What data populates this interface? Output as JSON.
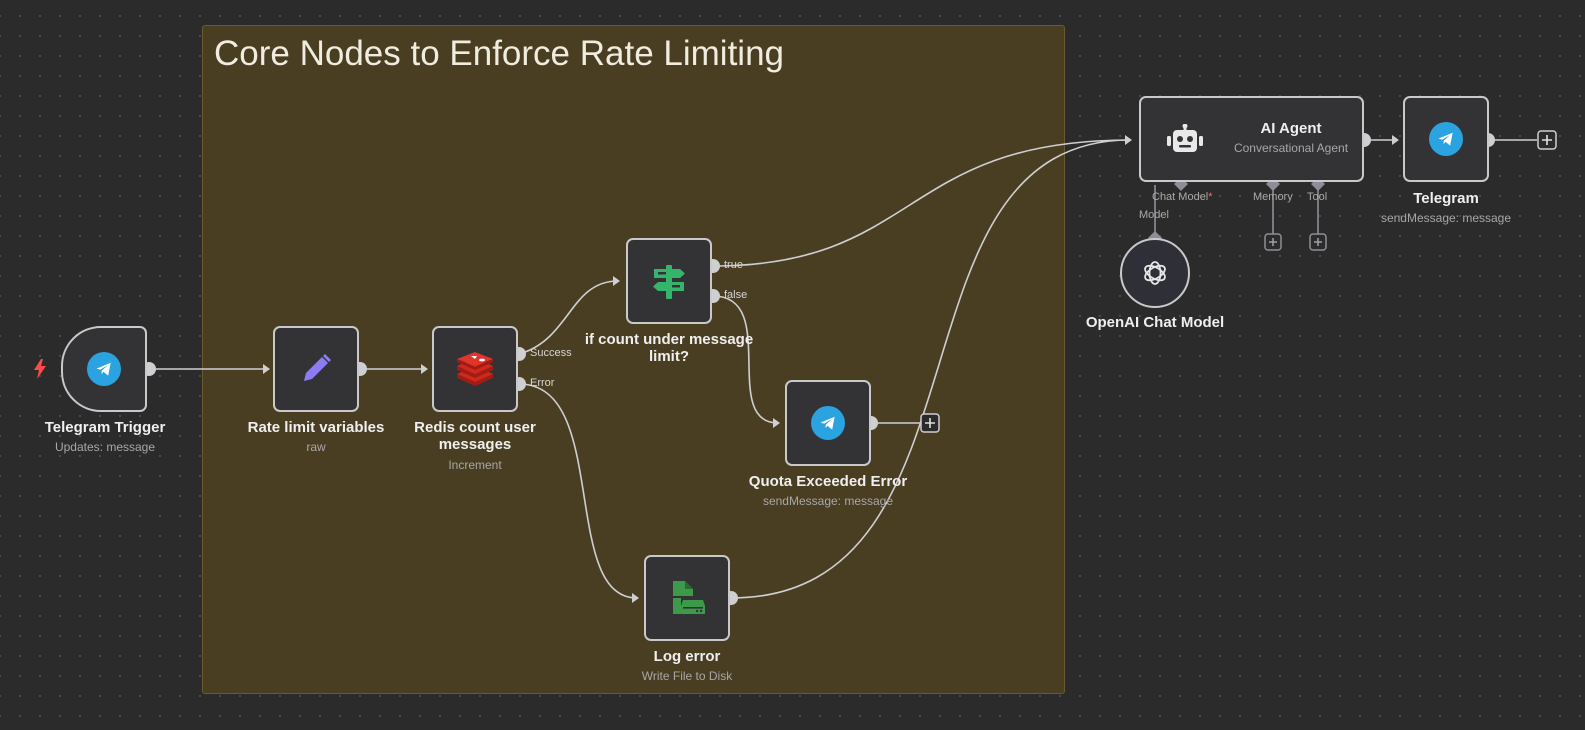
{
  "sticky": {
    "title": "Core Nodes to Enforce Rate Limiting"
  },
  "nodes": {
    "telegram_trigger": {
      "title": "Telegram Trigger",
      "subtitle": "Updates: message",
      "icon": "telegram-icon"
    },
    "rate_limit_variables": {
      "title": "Rate limit variables",
      "subtitle": "raw",
      "icon": "pencil-icon"
    },
    "redis_count": {
      "title": "Redis count user messages",
      "subtitle": "Increment",
      "icon": "redis-icon",
      "outputs": [
        "Success",
        "Error"
      ]
    },
    "if_count": {
      "title": "if count under message limit?",
      "outputs": [
        "true",
        "false"
      ],
      "icon": "signpost-icon"
    },
    "quota_exceeded": {
      "title": "Quota Exceeded Error",
      "subtitle": "sendMessage: message",
      "icon": "telegram-icon"
    },
    "log_error": {
      "title": "Log error",
      "subtitle": "Write File to Disk",
      "icon": "file-disk-icon"
    },
    "ai_agent": {
      "title": "AI Agent",
      "subtitle": "Conversational Agent",
      "icon": "robot-icon",
      "slots": {
        "chat_model": "Chat Model",
        "required_mark": "*",
        "memory": "Memory",
        "tool": "Tool"
      }
    },
    "telegram_send": {
      "title": "Telegram",
      "subtitle": "sendMessage: message",
      "icon": "telegram-icon"
    },
    "openai_model": {
      "title": "OpenAI Chat Model",
      "slot": "Model",
      "icon": "openai-icon"
    }
  },
  "colors": {
    "canvas": "#2b2b2b",
    "sticky": "#4a3e22",
    "node_bg": "#333335",
    "node_border": "#c9c9cc",
    "telegram": "#2aa3e0",
    "pencil": "#8b7cf6",
    "redis": "#d0281d",
    "if": "#35b56b",
    "file": "#3d9a4a",
    "trigger_bolt": "#ff4a4a"
  }
}
